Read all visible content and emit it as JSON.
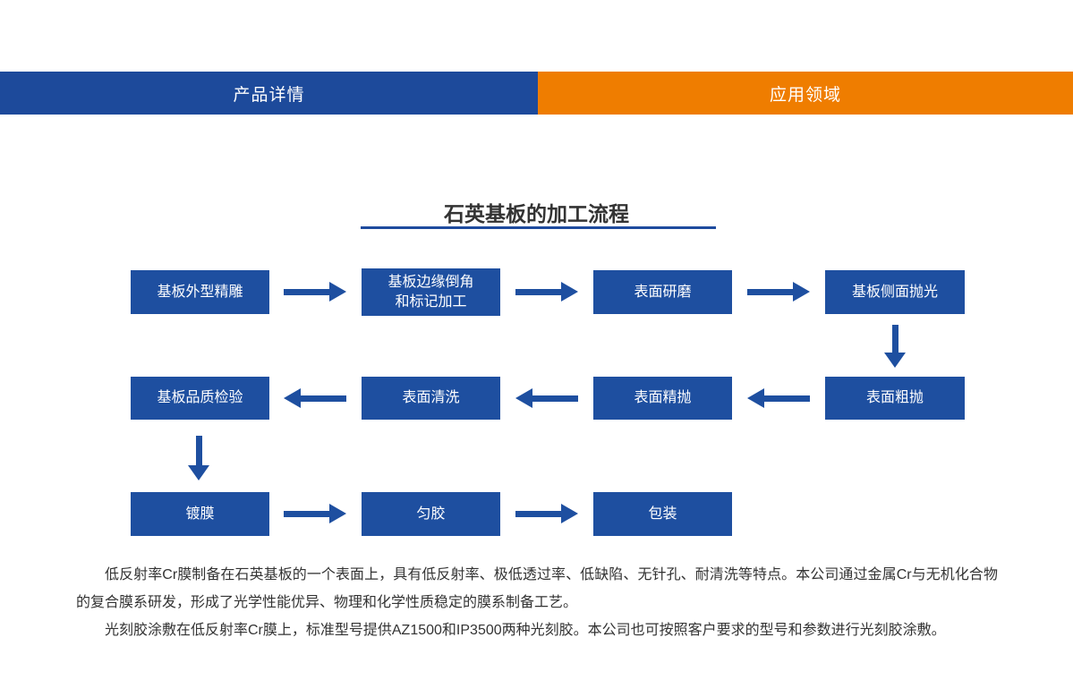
{
  "colors": {
    "tab_blue": "#1d4a9b",
    "tab_orange": "#ef7d00",
    "box_blue": "#1e4fa0",
    "line_blue": "#1e4b9e",
    "text": "#333333"
  },
  "tabs": [
    {
      "label": "产品详情"
    },
    {
      "label": "应用领域"
    }
  ],
  "flow": {
    "title": "石英基板的加工流程",
    "row1": [
      "基板外型精雕",
      "基板边缘倒角\n和标记加工",
      "表面研磨",
      "基板侧面抛光"
    ],
    "row2": [
      "基板品质检验",
      "表面清洗",
      "表面精抛",
      "表面粗抛"
    ],
    "row3": [
      "镀膜",
      "匀胶",
      "包装"
    ]
  },
  "description": {
    "p1": "低反射率Cr膜制备在石英基板的一个表面上，具有低反射率、极低透过率、低缺陷、无针孔、耐清洗等特点。本公司通过金属Cr与无机化合物的复合膜系研发，形成了光学性能优异、物理和化学性质稳定的膜系制备工艺。",
    "p2": "光刻胶涂敷在低反射率Cr膜上，标准型号提供AZ1500和IP3500两种光刻胶。本公司也可按照客户要求的型号和参数进行光刻胶涂敷。"
  }
}
